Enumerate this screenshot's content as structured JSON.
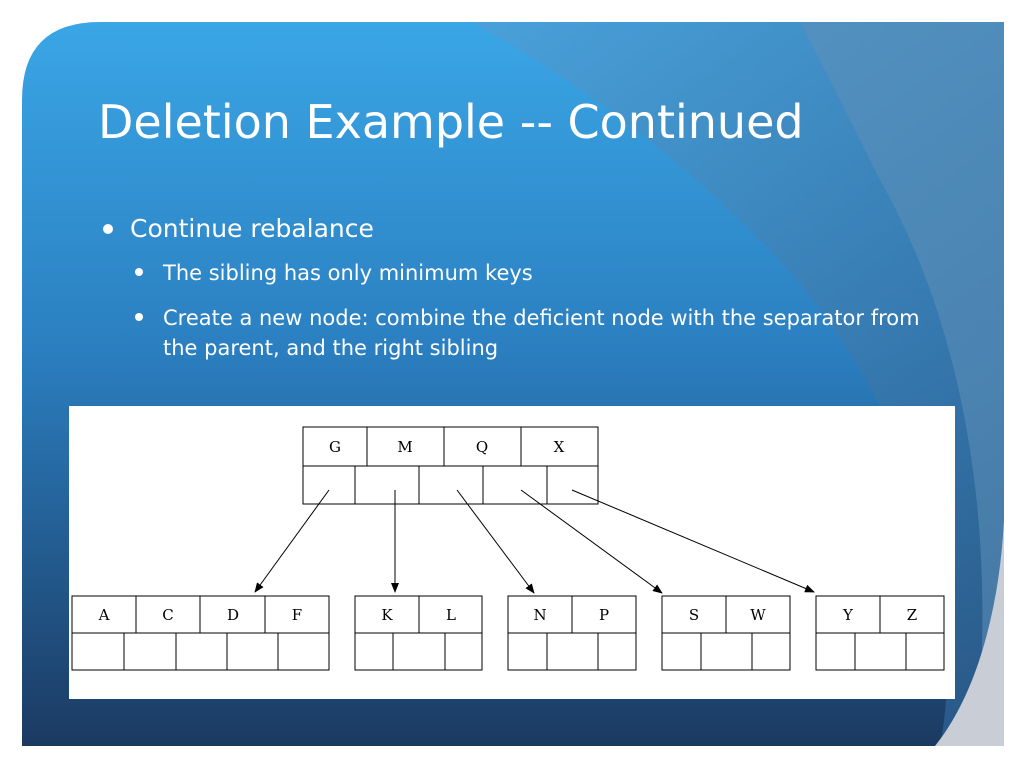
{
  "slide": {
    "title": "Deletion Example -- Continued",
    "bullets": [
      {
        "text": "Continue rebalance",
        "sub": [
          "The sibling has only minimum keys",
          "Create a new node: combine the deficient node with the separator from the parent, and the right sibling"
        ]
      }
    ]
  },
  "colors": {
    "bg_light": "#3aa6e6",
    "bg_dark": "#1b3a62",
    "accent": "#ffffff"
  },
  "tree": {
    "root": {
      "keys": [
        "G",
        "M",
        "Q",
        "X"
      ]
    },
    "children": [
      {
        "keys": [
          "A",
          "C",
          "D",
          "F"
        ]
      },
      {
        "keys": [
          "K",
          "L"
        ]
      },
      {
        "keys": [
          "N",
          "P"
        ]
      },
      {
        "keys": [
          "S",
          "W"
        ]
      },
      {
        "keys": [
          "Y",
          "Z"
        ]
      }
    ]
  }
}
